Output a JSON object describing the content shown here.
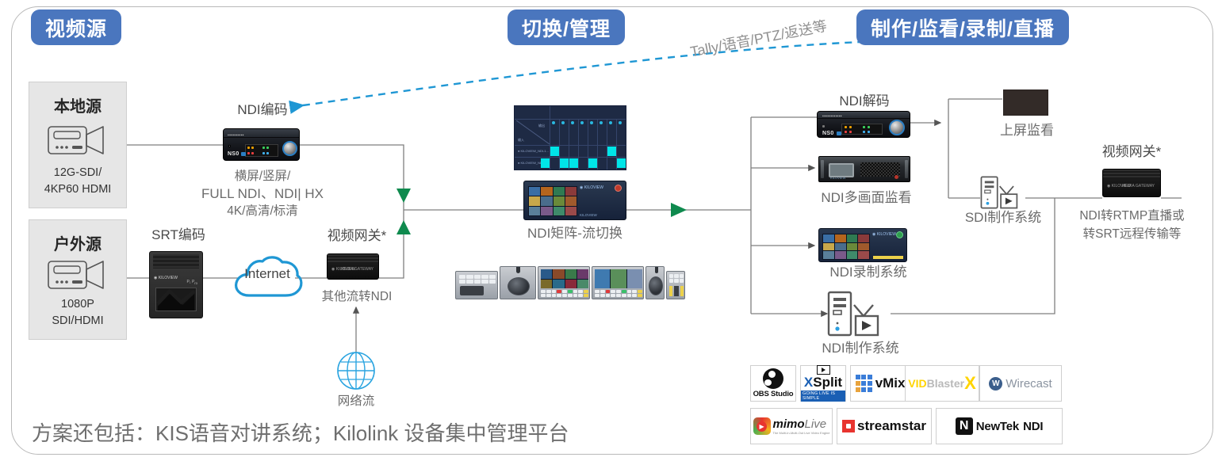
{
  "sections": [
    {
      "id": "video-source",
      "label": "视频源"
    },
    {
      "id": "switch-manage",
      "label": "切换/管理"
    },
    {
      "id": "production",
      "label": "制作/监看/录制/直播"
    }
  ],
  "sources": [
    {
      "id": "local",
      "title": "本地源",
      "spec": "12G-SDI/\n4KP60 HDMI",
      "spec_line1": "12G-SDI/",
      "spec_line2": "4KP60 HDMI"
    },
    {
      "id": "outdoor",
      "title": "户外源",
      "spec_line1": "1080P",
      "spec_line2": "SDI/HDMI"
    }
  ],
  "devices": {
    "ndi_encoder": {
      "title": "NDI编码",
      "caption_line1": "横屏/竖屏/",
      "caption_line2": "FULL NDI、NDI| HX",
      "caption_line3": "4K/高清/标清"
    },
    "srt_encoder": {
      "title": "SRT编码"
    },
    "internet": {
      "label": "Internet"
    },
    "gateway_left": {
      "title": "视频网关*",
      "caption": "其他流转NDI"
    },
    "network_stream": {
      "label": "网络流"
    },
    "ndi_matrix": {
      "caption": "NDI矩阵-流切换"
    },
    "ndi_decoder": {
      "title": "NDI解码"
    },
    "screen_monitor": {
      "caption": "上屏监看"
    },
    "ndi_multiview": {
      "caption": "NDI多画面监看"
    },
    "ndi_record": {
      "caption": "NDI录制系统"
    },
    "ndi_production": {
      "caption": "NDI制作系统"
    },
    "sdi_production": {
      "caption": "SDI制作系统"
    },
    "gateway_right": {
      "title": "视频网关*",
      "caption_line1": "NDI转RTMP直播或",
      "caption_line2": "转SRT远程传输等"
    }
  },
  "annotations": {
    "tally_link": "Tally/语音/PTZ/返送等"
  },
  "logos": [
    {
      "id": "obs-studio",
      "name": "OBS Studio"
    },
    {
      "id": "xsplit",
      "name": "XSplit",
      "x": "X",
      "split": "Split",
      "tagline": "GOING LIVE IS SIMPLE"
    },
    {
      "id": "vmix",
      "name": "vMix"
    },
    {
      "id": "vidblaster",
      "name": "VidBlasterX",
      "part1": "VID",
      "part2": "Blaster",
      "part3": "X"
    },
    {
      "id": "wirecast",
      "name": "Wirecast",
      "mark": "W"
    },
    {
      "id": "mimolive",
      "name": "mimoLive",
      "part1": "mimo",
      "part2": "Live",
      "tagline": "The Multi-In-Multi-Out Live Video Engine"
    },
    {
      "id": "streamstar",
      "name": "streamstar"
    },
    {
      "id": "newtek-ndi",
      "name": "NewTek NDI",
      "part1": "NewTek",
      "part2": "NDI"
    }
  ],
  "footer": {
    "text": "方案还包括：KIS语音对讲系统；Kilolink 设备集中管理平台"
  },
  "colors": {
    "badge_blue": "#4a76be",
    "tally_blue": "#1f97d4",
    "flow_green": "#1a9e5e",
    "wire_gray": "#7f7f7f",
    "source_box": "#e6e6e6",
    "label_gray": "#6b6b6b"
  }
}
